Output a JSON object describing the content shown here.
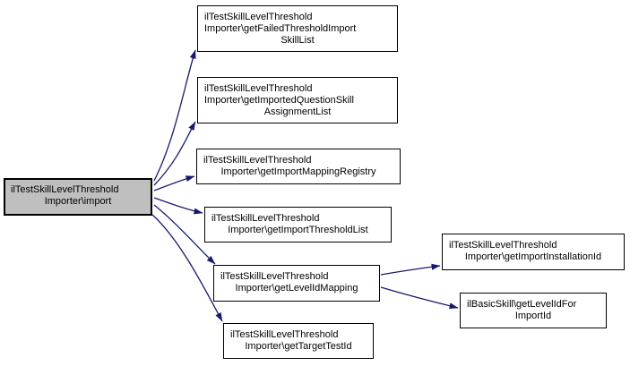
{
  "diagram": {
    "type": "call-graph",
    "colors": {
      "edge": "#191970",
      "node_border": "#000000",
      "node_fill": "#ffffff",
      "highlight_fill": "#bfbfbf",
      "text": "#000000",
      "background": "#ffffff"
    },
    "nodes": [
      {
        "id": "import",
        "highlighted": true,
        "lines": [
          "ilTestSkillLevelThreshold",
          "Importer\\import"
        ]
      },
      {
        "id": "getFailedThresholdImportSkillList",
        "highlighted": false,
        "lines": [
          "ilTestSkillLevelThreshold",
          "Importer\\getFailedThresholdImport",
          "SkillList"
        ]
      },
      {
        "id": "getImportedQuestionSkillAssignmentList",
        "highlighted": false,
        "lines": [
          "ilTestSkillLevelThreshold",
          "Importer\\getImportedQuestionSkill",
          "AssignmentList"
        ]
      },
      {
        "id": "getImportMappingRegistry",
        "highlighted": false,
        "lines": [
          "ilTestSkillLevelThreshold",
          "Importer\\getImportMappingRegistry"
        ]
      },
      {
        "id": "getImportThresholdList",
        "highlighted": false,
        "lines": [
          "ilTestSkillLevelThreshold",
          "Importer\\getImportThresholdList"
        ]
      },
      {
        "id": "getLevelIdMapping",
        "highlighted": false,
        "lines": [
          "ilTestSkillLevelThreshold",
          "Importer\\getLevelIdMapping"
        ]
      },
      {
        "id": "getTargetTestId",
        "highlighted": false,
        "lines": [
          "ilTestSkillLevelThreshold",
          "Importer\\getTargetTestId"
        ]
      },
      {
        "id": "getImportInstallationId",
        "highlighted": false,
        "lines": [
          "ilTestSkillLevelThreshold",
          "Importer\\getImportInstallationId"
        ]
      },
      {
        "id": "getLevelIdForImportId",
        "highlighted": false,
        "lines": [
          "ilBasicSkill\\getLevelIdFor",
          "ImportId"
        ]
      }
    ],
    "edges": [
      {
        "from": "import",
        "to": "getFailedThresholdImportSkillList"
      },
      {
        "from": "import",
        "to": "getImportedQuestionSkillAssignmentList"
      },
      {
        "from": "import",
        "to": "getImportMappingRegistry"
      },
      {
        "from": "import",
        "to": "getImportThresholdList"
      },
      {
        "from": "import",
        "to": "getLevelIdMapping"
      },
      {
        "from": "import",
        "to": "getTargetTestId"
      },
      {
        "from": "getLevelIdMapping",
        "to": "getImportInstallationId"
      },
      {
        "from": "getLevelIdMapping",
        "to": "getLevelIdForImportId"
      }
    ]
  }
}
